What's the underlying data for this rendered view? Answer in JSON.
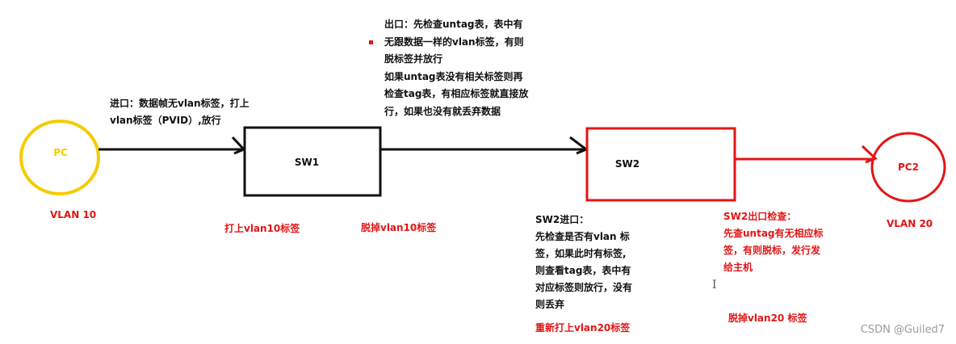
{
  "colors": {
    "pc1": "#f5cc00",
    "sw1": "#111111",
    "sw2": "#e31515",
    "pc2": "#e31515",
    "text_black": "#111111",
    "text_red": "#e31515"
  },
  "nodes": {
    "pc1": {
      "label": "PC",
      "vlan": "VLAN 10"
    },
    "sw1": {
      "label": "SW1"
    },
    "sw2": {
      "label": "SW2"
    },
    "pc2": {
      "label": "PC2",
      "vlan": "VLAN 20"
    }
  },
  "annotations": {
    "sw1_ingress": "进口：数据帧无vlan标签，打上\nvlan标签（PVID）,放行",
    "sw1_egress": "出口：先检查untag表，表中有\n无跟数据一样的vlan标签，有则\n脱标签并放行\n如果untag表没有相关标签则再\n检查tag表，有相应标签就直接放\n行，如果也没有就丢弃数据",
    "sw1_tag": "打上vlan10标签",
    "sw1_untag": "脱掉vlan10标签",
    "sw2_ingress": "SW2进口：\n先检查是否有vlan 标\n签，如果此时有标签,\n则查看tag表，表中有\n对应标签则放行，没有\n则丢弃",
    "sw2_retag": "重新打上vlan20标签",
    "sw2_egress": "SW2出口检查：\n先查untag有无相应标\n签，有则脱标，发行发\n给主机",
    "sw2_untag": "脱掉vlan20 标签"
  },
  "watermark": "CSDN @Guiled7"
}
